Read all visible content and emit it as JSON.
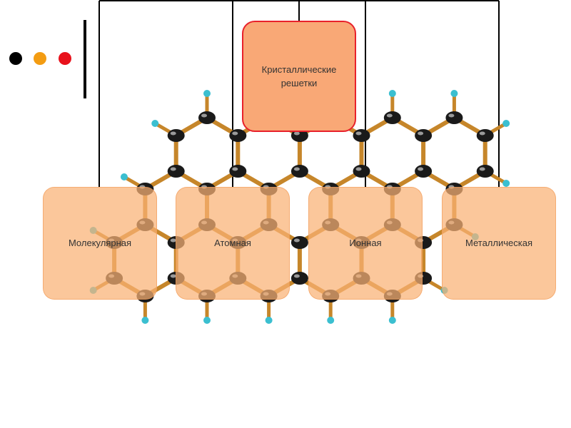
{
  "colors": {
    "dot_black": "#000000",
    "dot_orange": "#f39c12",
    "dot_red": "#e8111b",
    "box_fill": "#f9a876",
    "root_border": "#e8212b",
    "bond": "#c6862a",
    "atom_carbon": "#1a1a1a",
    "atom_hydrogen": "#3bbfd0"
  },
  "icons": [
    "molecule-graphic"
  ],
  "diagram": {
    "root": {
      "label": "Кристаллические решетки"
    },
    "children": [
      {
        "label": "Молекулярная"
      },
      {
        "label": "Атомная"
      },
      {
        "label": "Ионная"
      },
      {
        "label": "Металлическая"
      }
    ]
  }
}
